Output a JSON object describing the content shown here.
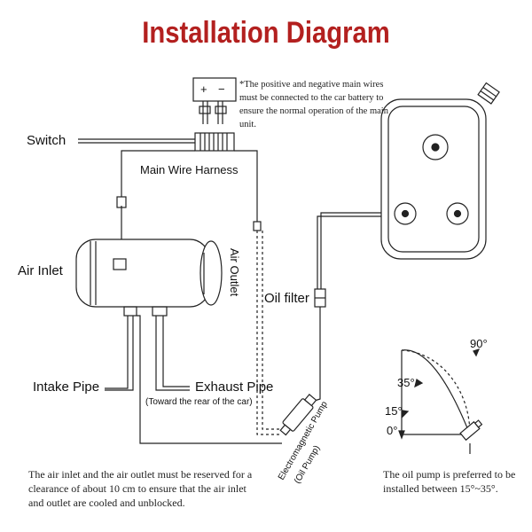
{
  "title": "Installation Diagram",
  "battery": {
    "positive": "+",
    "negative": "−"
  },
  "battery_note": "*The positive and negative main wires must be connected to the car battery to ensure the normal operation of the main unit.",
  "labels": {
    "switch": "Switch",
    "main_wire_harness": "Main Wire Harness",
    "air_inlet": "Air Inlet",
    "air_outlet": "Air Outlet",
    "oil_filter": "Oil filter",
    "intake_pipe": "Intake Pipe",
    "exhaust_pipe": "Exhaust Pipe",
    "exhaust_note": "(Toward the rear of the car)",
    "pump_line1": "Electromagnetic Pump",
    "pump_line2": "(Oil Pump)"
  },
  "angle_labels": {
    "a90": "90°",
    "a35": "35°",
    "a15": "15°",
    "a0": "0°"
  },
  "footer_left": "The air inlet and the air outlet must be reserved for a clearance of about 10 cm to ensure that the air inlet and outlet are cooled and unblocked.",
  "footer_right": "The oil pump is preferred to be installed between 15°~35°.",
  "colors": {
    "title": "#b3201f",
    "line": "#222222"
  }
}
